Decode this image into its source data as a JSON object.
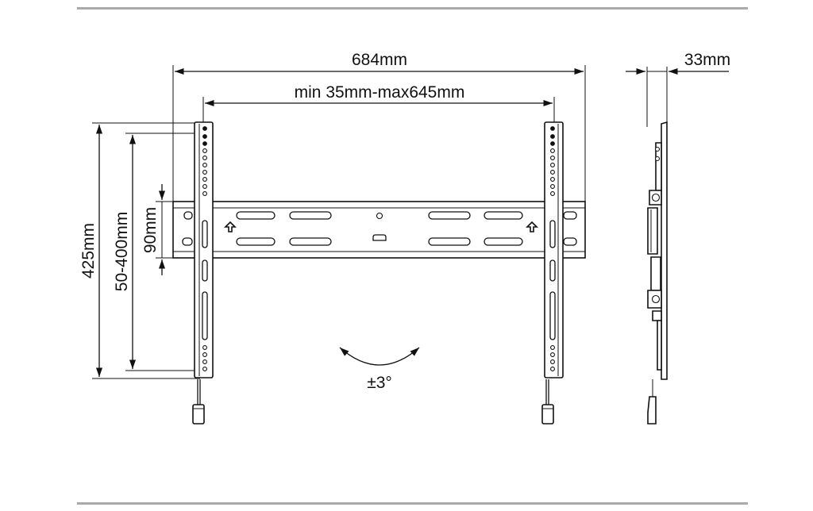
{
  "dimensions": {
    "overall_width": "684mm",
    "arm_spacing": "min 35mm-max645mm",
    "depth": "33mm",
    "height": "425mm",
    "vesa_vertical": "50-400mm",
    "rail_height": "90mm",
    "tilt": "±3°"
  },
  "colors": {
    "line": "#111111",
    "rule": "#aaaaaa",
    "background": "#ffffff"
  }
}
